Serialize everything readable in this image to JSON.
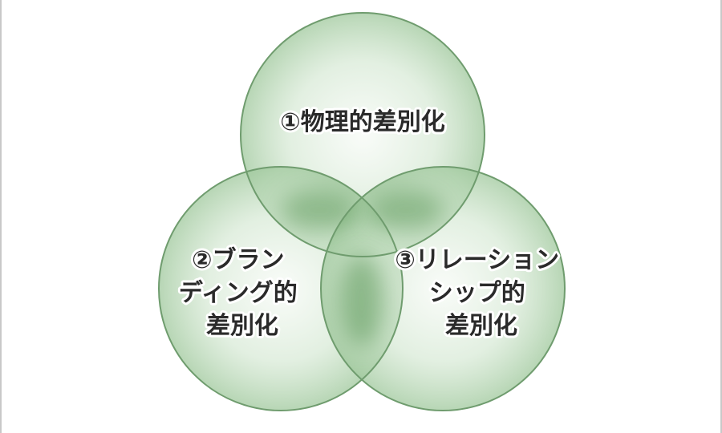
{
  "diagram": {
    "circles": [
      {
        "lines": [
          "①物理的差別化"
        ]
      },
      {
        "lines": [
          "②ブラン",
          "ディング的",
          "差別化"
        ]
      },
      {
        "lines": [
          "③リレーション",
          "シップ的",
          "差別化"
        ]
      }
    ],
    "colors": {
      "fill_edge": "#a9cfa6",
      "fill_center": "#f2f8f1",
      "outline": "#6f9c6e",
      "text": "#2a2a2a"
    }
  }
}
